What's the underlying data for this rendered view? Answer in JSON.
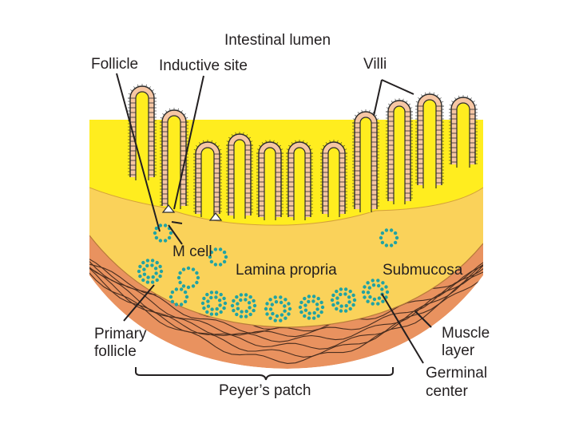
{
  "title": "Intestinal lumen",
  "labels": {
    "follicle": "Follicle",
    "inductive_site": "Inductive site",
    "villi": "Villi",
    "m_cell": "M cell",
    "lamina_propria": "Lamina propria",
    "submucosa": "Submucosa",
    "primary_follicle_line1": "Primary",
    "primary_follicle_line2": "follicle",
    "muscle_layer_line1": "Muscle",
    "muscle_layer_line2": "layer",
    "germinal_center_line1": "Germinal",
    "germinal_center_line2": "center",
    "peyers_patch": "Peyer’s patch"
  },
  "colors": {
    "lamina_propria": "#ffed1f",
    "submucosa": "#fad25a",
    "muscle": "#e9925f",
    "muscle_fiber": "#4a2e1f",
    "villus_cell": "#f6c6a4",
    "villus_border": "#2b2b2b",
    "follicle_dot": "#21a3a3",
    "text": "#231f20"
  }
}
